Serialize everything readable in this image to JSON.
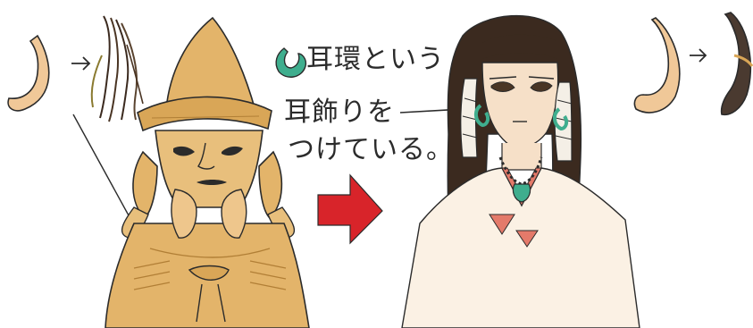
{
  "caption": {
    "line1": "耳環という",
    "line2": "耳飾りを",
    "line3": "つけている。"
  },
  "colors": {
    "ochre": "#e3b46a",
    "ochre_dark": "#c98f3f",
    "skin": "#f1d2b3",
    "hair": "#3b2a1f",
    "arrow_red": "#d8242a",
    "jade": "#3fae8e",
    "line": "#2b2b2b"
  },
  "icons": {
    "ring_icon": "comma-shaped jade earring",
    "arrow_icon": "red block arrow pointing right",
    "small_arrows": "hand-drawn arrows"
  }
}
